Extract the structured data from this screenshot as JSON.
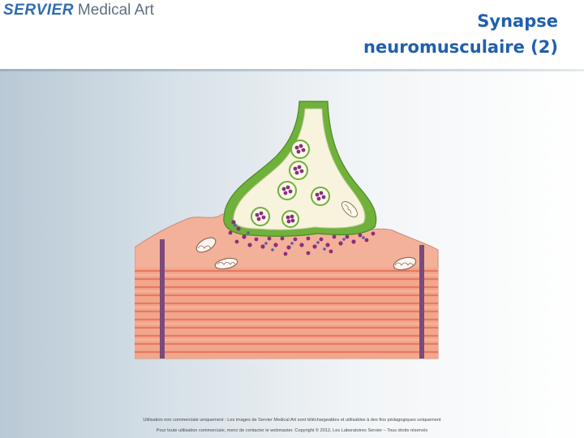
{
  "header": {
    "logo_brand": "SERVIER",
    "logo_sub": "Medical Art",
    "title_line1": "Synapse",
    "title_line2": "neuromusculaire (2)"
  },
  "footer": {
    "line1": "Utilisation non commerciale uniquement : Les images de Servier Medical Art sont téléchargeables et utilisables à des fins pédagogiques uniquement",
    "line2": "Pour toute utilisation commerciale, merci de contacter le webmaster. Copyright © 2012, Les Laboratoires Servier – Tous droits réservés"
  },
  "colors": {
    "accent_title": "#1f5fae",
    "logo_blue": "#2f6cb1",
    "axon_green": "#6fb13a",
    "terminal_cream": "#f7f3dc",
    "muscle_salmon": "#f2ad93",
    "fibre_stripe": "#e9826a",
    "z_line_purple": "#7b4a7c",
    "vesicle_purple": "#8b2f7a"
  }
}
